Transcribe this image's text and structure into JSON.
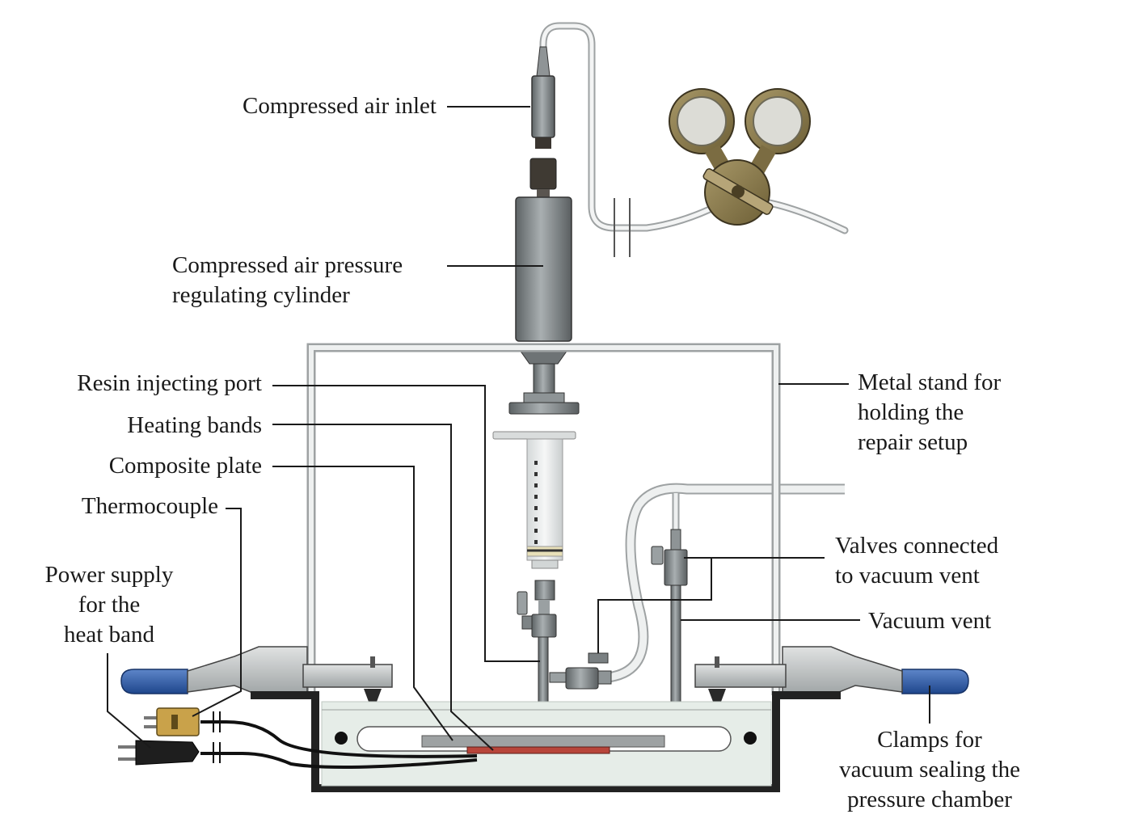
{
  "labels": {
    "compressed_air_inlet": "Compressed air inlet",
    "regulating_cylinder": [
      "Compressed air pressure",
      "regulating cylinder"
    ],
    "resin_port": "Resin injecting port",
    "heating_bands": "Heating bands",
    "composite_plate": "Composite plate",
    "thermocouple": "Thermocouple",
    "power_supply": [
      "Power supply",
      "for the",
      "heat band"
    ],
    "metal_stand": [
      "Metal stand for",
      "holding the",
      "repair setup"
    ],
    "valves": [
      "Valves connected",
      "to vacuum vent"
    ],
    "vacuum_vent": "Vacuum vent",
    "clamps": [
      "Clamps for",
      "vacuum sealing the",
      "pressure chamber"
    ]
  },
  "colors": {
    "cylinder_gray": "#8e9496",
    "gauge_brass": "#8a7a4c",
    "clamp_blue": "#2d5aa8",
    "heating_band_red": "#b8453a",
    "chamber_fill": "#e6ede8",
    "thermo_connector": "#c9a24a"
  }
}
